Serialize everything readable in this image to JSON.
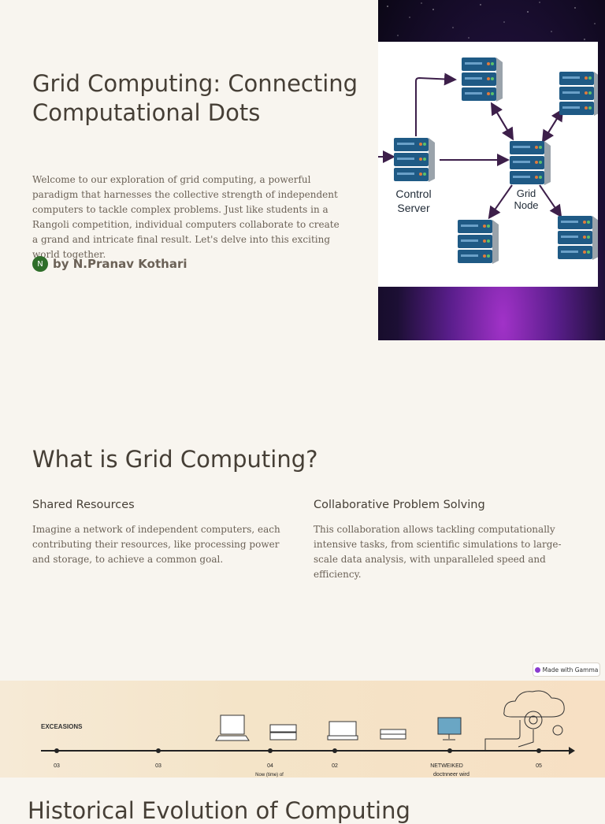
{
  "hero": {
    "title": "Grid Computing: Connecting Computational Dots",
    "body": "Welcome to our exploration of grid computing, a powerful paradigm that harnesses the collective strength of independent computers to tackle complex problems. Just like students in a Rangoli competition, individual computers collaborate to create a grand and intricate final result. Let's delve into this exciting world together.",
    "author_initial": "N",
    "author": "by N.Pranav Kothari"
  },
  "diagram": {
    "control_label_1": "Control",
    "control_label_2": "Server",
    "node_label_1": "Grid",
    "node_label_2": "Node"
  },
  "section": {
    "title": "What is Grid Computing?",
    "cards": [
      {
        "title": "Shared Resources",
        "body": "Imagine a network of independent computers, each contributing their resources, like processing power and storage, to achieve a common goal."
      },
      {
        "title": "Collaborative Problem Solving",
        "body": "This collaboration allows tackling computationally intensive tasks, from scientific simulations to large-scale data analysis, with unparalleled speed and efficiency."
      }
    ]
  },
  "badge": {
    "label": "Made with Gamma"
  },
  "timeline": {
    "heading": "EXCEASIONS",
    "labels": [
      "03",
      "03",
      "04",
      "02",
      "NETWEIKED",
      "05"
    ],
    "sublabels": [
      "Now (time) of",
      "doctnneer wird"
    ]
  },
  "bottom": {
    "title": "Historical Evolution of Computing"
  },
  "colors": {
    "background": "#f8f5ef",
    "server_blue": "#1f5a85",
    "arrow": "#3d1f4a"
  }
}
